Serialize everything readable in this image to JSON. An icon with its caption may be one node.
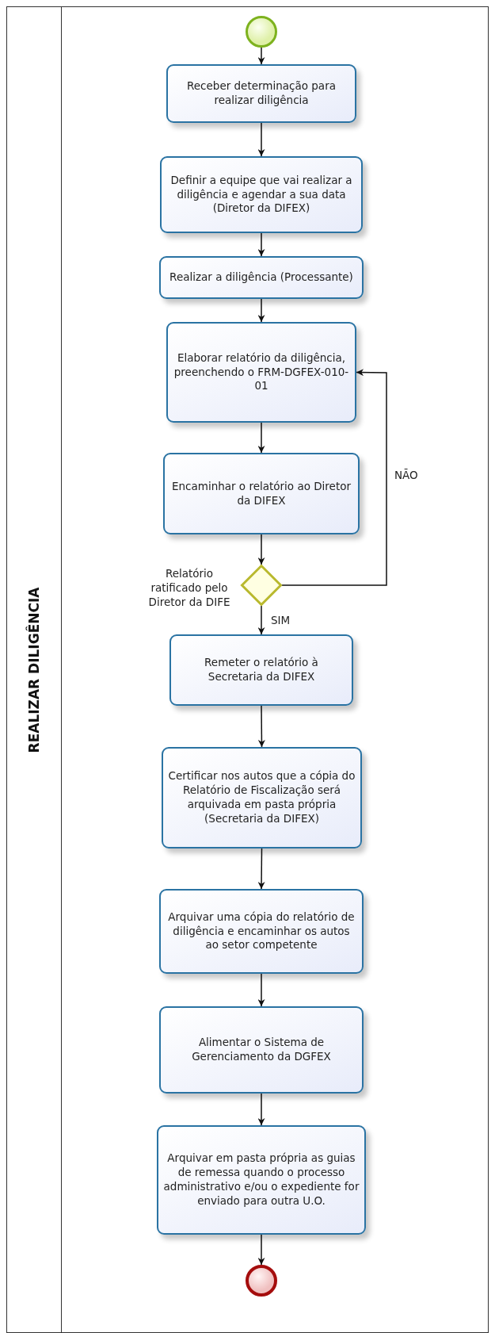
{
  "diagram": {
    "nodes": [
      {
        "text": [
          "REALIZAR  DILIGÊNCIA"
        ]
      },
      {
        "text": [],
        "shape": "circle",
        "in": 0
      },
      {
        "text": [
          "Receber determinação para  realizar diligência"
        ],
        "in": 0
      },
      {
        "text": [
          "Definir a equipe que vai realizar a diligência e agendar a sua data (Diretor da DIFEX)"
        ],
        "in": 0
      },
      {
        "text": [
          "Realizar a diligência (Processante)"
        ],
        "in": 0
      },
      {
        "text": [
          "Elaborar relatório da diligência, preenchendo o FRM-DGFEX-010-01"
        ],
        "in": 0
      },
      {
        "text": [
          "Encaminhar o relatório ao Diretor da DIFEX"
        ],
        "in": 0
      },
      {
        "text": [],
        "shape": "diamond",
        "in": 0,
        "beside": [
          "Relatório ratificado pelo Diretor da DIFE"
        ]
      },
      {
        "text": [
          "Remeter o relatório à Secretaria da DIFEX"
        ],
        "in": 0
      },
      {
        "text": [
          "Certificar nos autos que a cópia do Relatório de Fiscalização será arquivada em pasta própria (Secretaria da DIFEX)"
        ],
        "in": 0
      },
      {
        "text": [
          "Arquivar uma cópia do relatório de diligência e encaminhar os autos ao setor competente"
        ],
        "in": 0
      },
      {
        "text": [
          "Alimentar o Sistema de Gerenciamento da DGFEX"
        ],
        "in": 0
      },
      {
        "text": [
          "Arquivar em pasta própria as guias de remessa quando o processo administrativo e/ou o expediente for enviado para outra U.O."
        ],
        "in": 0
      },
      {
        "text": [],
        "shape": "circle",
        "in": 0
      }
    ],
    "edges": [
      {
        "from": 1,
        "to": 2,
        "arrow": "to"
      },
      {
        "from": 2,
        "to": 3,
        "arrow": "to"
      },
      {
        "from": 3,
        "to": 4,
        "arrow": "to"
      },
      {
        "from": 4,
        "to": 5,
        "arrow": "to"
      },
      {
        "from": 5,
        "to": 6,
        "arrow": "to"
      },
      {
        "from": 6,
        "to": 7,
        "arrow": "to"
      },
      {
        "from": 7,
        "to": 8,
        "arrow": "to",
        "label": "SIM"
      },
      {
        "from": 7,
        "to": 5,
        "arrow": "to",
        "label": "NÃO"
      },
      {
        "from": 8,
        "to": 9,
        "arrow": "to"
      },
      {
        "from": 9,
        "to": 10,
        "arrow": "to"
      },
      {
        "from": 10,
        "to": 11,
        "arrow": "to"
      },
      {
        "from": 11,
        "to": 12,
        "arrow": "to"
      },
      {
        "from": 12,
        "to": 13,
        "arrow": "to"
      }
    ]
  }
}
